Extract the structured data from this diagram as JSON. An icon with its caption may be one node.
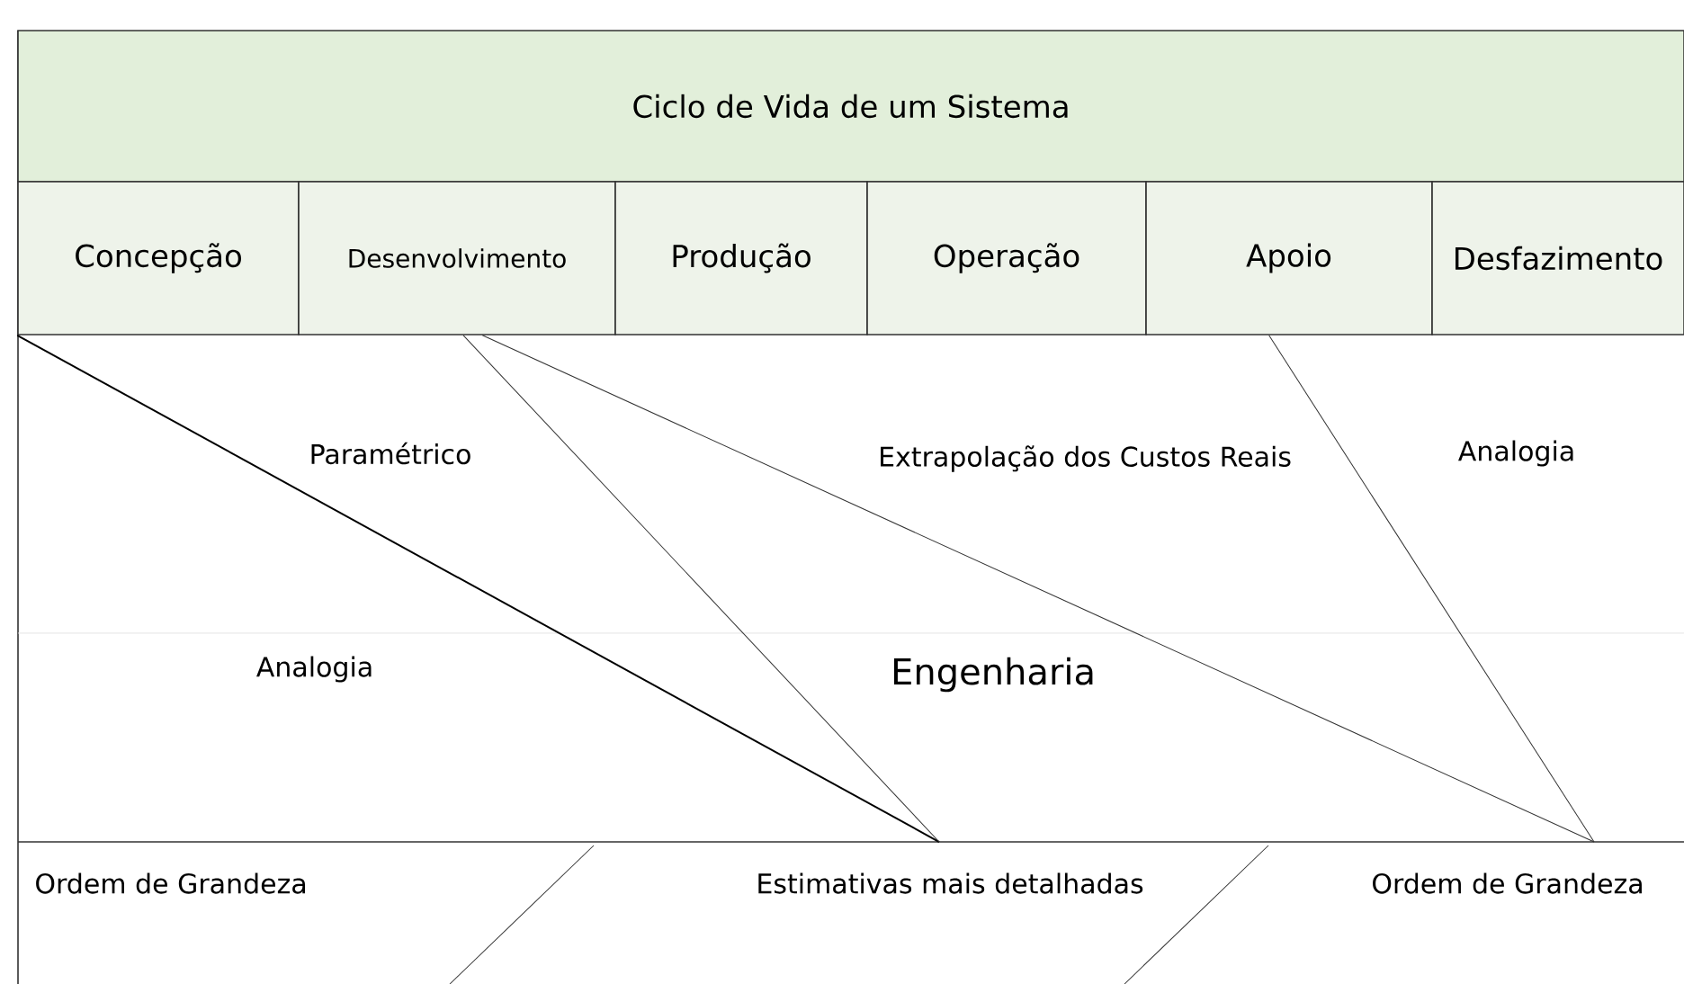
{
  "diagram": {
    "nodes": [
      {
        "text": [
          "Ciclo de Vida de um Sistema"
        ]
      },
      {
        "text": [
          "Concepção"
        ]
      },
      {
        "text": [
          "Desenvolvimento"
        ]
      },
      {
        "text": [
          "Produção"
        ]
      },
      {
        "text": [
          "Operação"
        ]
      },
      {
        "text": [
          "Apoio"
        ]
      },
      {
        "text": [
          "Desfazimento"
        ]
      }
    ],
    "edges": [
      {
        "from": 1,
        "to": null,
        "arrow": "none"
      },
      {
        "from": 2,
        "to": null,
        "arrow": "none"
      },
      {
        "from": 2,
        "to": null,
        "arrow": "none"
      },
      {
        "from": 5,
        "to": null,
        "arrow": "none"
      }
    ],
    "labels": [
      "Paramétrico",
      "Extrapolação dos Custos Reais",
      "Analogia",
      "Analogia",
      "Engenharia",
      "Ordem de Grandeza",
      "Estimativas mais detalhadas",
      "Ordem de Grandeza"
    ]
  }
}
